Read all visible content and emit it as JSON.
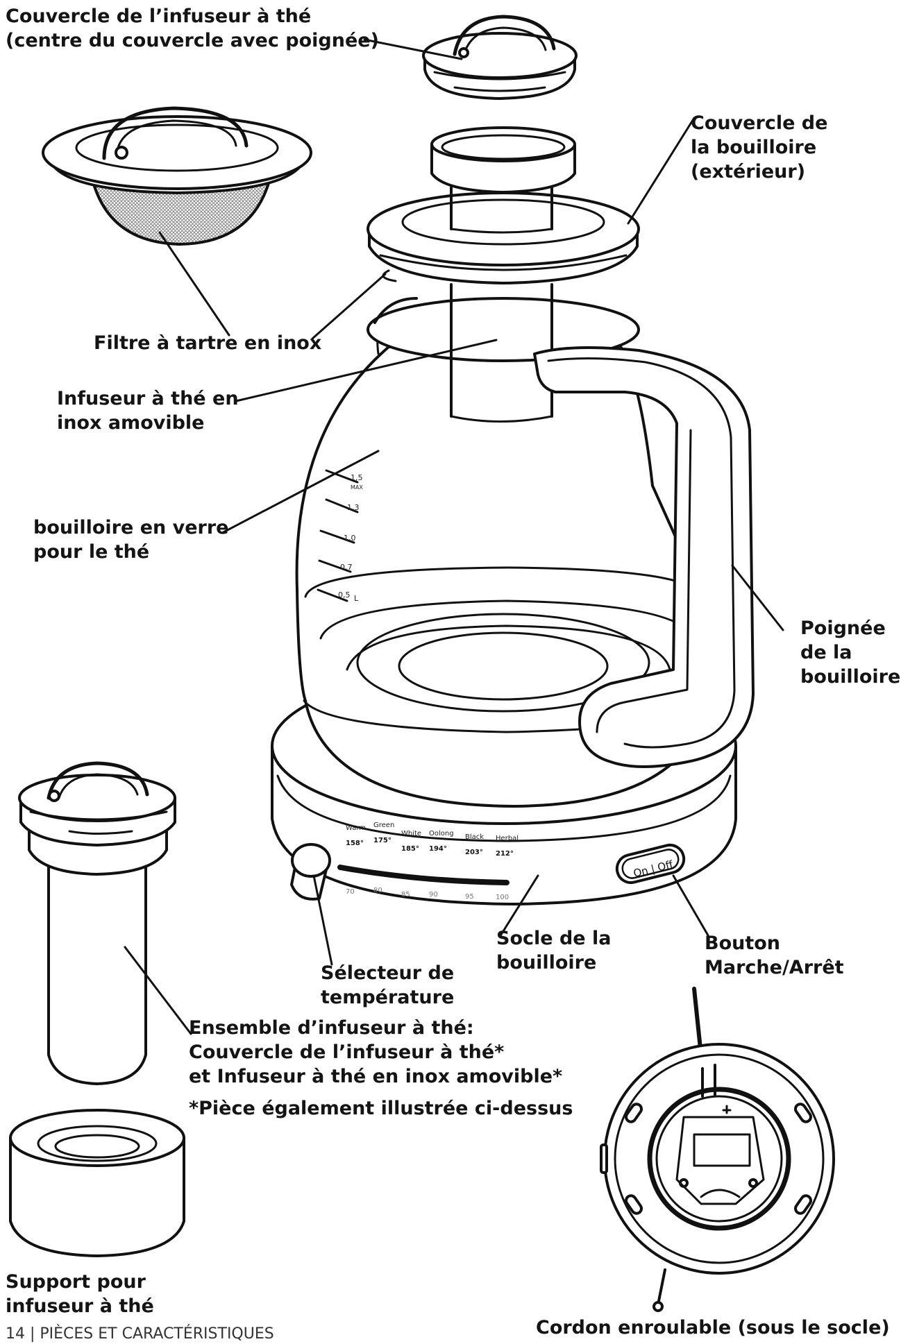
{
  "labels": {
    "infuser_lid": [
      "Couvercle de l’infuseur à thé",
      "(centre du couvercle avec poignée)"
    ],
    "kettle_lid": [
      "Couvercle de",
      "la bouilloire",
      "(extérieur)"
    ],
    "scale_filter": [
      "Filtre à tartre en inox"
    ],
    "infuser": [
      "Infuseur à thé en",
      "inox amovible"
    ],
    "glass_kettle": [
      "bouilloire en verre",
      "pour le thé"
    ],
    "handle": [
      "Poignée",
      "de la",
      "bouilloire"
    ],
    "base": [
      "Socle de la",
      "bouilloire"
    ],
    "temp_selector": [
      "Sélecteur de",
      "température"
    ],
    "power_button": [
      "Bouton",
      "Marche/Arrêt"
    ],
    "infuser_assembly": [
      "Ensemble d’infuseur à thé:",
      "Couvercle de l’infuseur à thé*",
      "et Infuseur à thé en inox amovible*"
    ],
    "footnote": "*Pièce également illustrée ci-dessus",
    "infuser_stand": [
      "Support pour",
      "infuseur à thé"
    ],
    "cord": [
      "Cordon enroulable (sous le socle)"
    ]
  },
  "footer_text": "14 | PIÈCES ET CARACTÉRISTIQUES",
  "kettle_printing": {
    "graduations": [
      "1,5",
      "MAX",
      "1,3",
      "1,0",
      "0,7",
      "0,5",
      "L"
    ],
    "tea_types": [
      "Warm",
      "Green",
      "White",
      "Oolong",
      "Black",
      "Herbal"
    ],
    "temps_f": [
      "158°",
      "175°",
      "185°",
      "194°",
      "203°",
      "212°"
    ],
    "temps_c": [
      "70",
      "80",
      "85",
      "90",
      "95",
      "100"
    ],
    "button_text": "On | Off"
  }
}
